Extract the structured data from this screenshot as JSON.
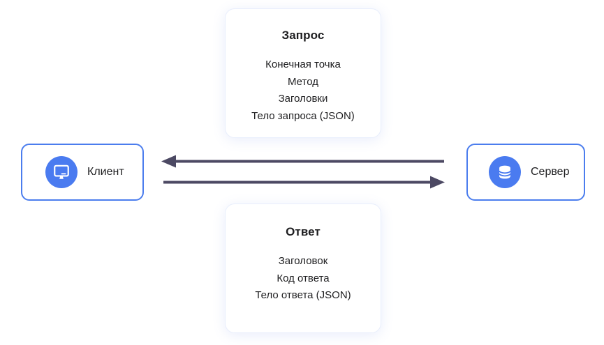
{
  "request_card": {
    "title": "Запрос",
    "items": [
      "Конечная точка",
      "Метод",
      "Заголовки",
      "Тело запроса (JSON)"
    ]
  },
  "response_card": {
    "title": "Ответ",
    "items": [
      "Заголовок",
      "Код ответа",
      "Тело ответа (JSON)"
    ]
  },
  "client_node": {
    "label": "Клиент",
    "icon": "monitor-icon"
  },
  "server_node": {
    "label": "Сервер",
    "icon": "database-icon"
  },
  "arrows": [
    {
      "name": "server-to-client-arrow",
      "from": "server_node",
      "to": "client_node",
      "direction": "left"
    },
    {
      "name": "client-to-server-arrow",
      "from": "client_node",
      "to": "server_node",
      "direction": "right"
    }
  ],
  "colors": {
    "accent_blue_border": "#4b7dee",
    "icon_circle_blue": "#4a7bf0",
    "card_border": "#e8eefc",
    "arrow": "#4c4963",
    "text": "#1e1e20"
  }
}
